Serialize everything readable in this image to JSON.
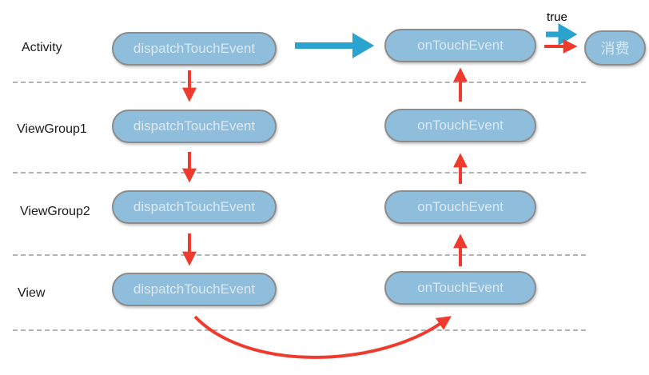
{
  "diagram": {
    "rows": [
      {
        "label": "Activity",
        "dispatch_box": "dispatchTouchEvent",
        "ontouch_box": "onTouchEvent"
      },
      {
        "label": "ViewGroup1",
        "dispatch_box": "dispatchTouchEvent",
        "ontouch_box": "onTouchEvent"
      },
      {
        "label": "ViewGroup2",
        "dispatch_box": "dispatchTouchEvent",
        "ontouch_box": "onTouchEvent"
      },
      {
        "label": "View",
        "dispatch_box": "dispatchTouchEvent",
        "ontouch_box": "onTouchEvent"
      }
    ],
    "consume_box_label": "消费",
    "return_value_label": "true",
    "arrows": [
      {
        "from": "Activity.dispatchTouchEvent",
        "to": "Activity.onTouchEvent",
        "color": "teal",
        "style": "straight-right"
      },
      {
        "from": "Activity.dispatchTouchEvent",
        "to": "ViewGroup1.dispatchTouchEvent",
        "color": "red",
        "style": "down"
      },
      {
        "from": "ViewGroup1.dispatchTouchEvent",
        "to": "ViewGroup2.dispatchTouchEvent",
        "color": "red",
        "style": "down"
      },
      {
        "from": "ViewGroup2.dispatchTouchEvent",
        "to": "View.dispatchTouchEvent",
        "color": "red",
        "style": "down"
      },
      {
        "from": "View.dispatchTouchEvent",
        "to": "View.onTouchEvent",
        "color": "red",
        "style": "curved"
      },
      {
        "from": "View.onTouchEvent",
        "to": "ViewGroup2.onTouchEvent",
        "color": "red",
        "style": "up"
      },
      {
        "from": "ViewGroup2.onTouchEvent",
        "to": "ViewGroup1.onTouchEvent",
        "color": "red",
        "style": "up"
      },
      {
        "from": "ViewGroup1.onTouchEvent",
        "to": "Activity.onTouchEvent",
        "color": "red",
        "style": "up"
      },
      {
        "from": "Activity.onTouchEvent",
        "to": "消费",
        "color": "teal",
        "style": "right"
      },
      {
        "from": "Activity.onTouchEvent",
        "to": "消费",
        "color": "red",
        "style": "right"
      }
    ],
    "colors": {
      "box_fill": "#8ebedc",
      "box_border": "#8c8c8c",
      "box_text": "#dce9f2",
      "arrow_red": "#ee3b2e",
      "arrow_teal": "#2aa3ce",
      "divider": "#b3b3b3",
      "label_text": "#1a1a1a"
    }
  }
}
